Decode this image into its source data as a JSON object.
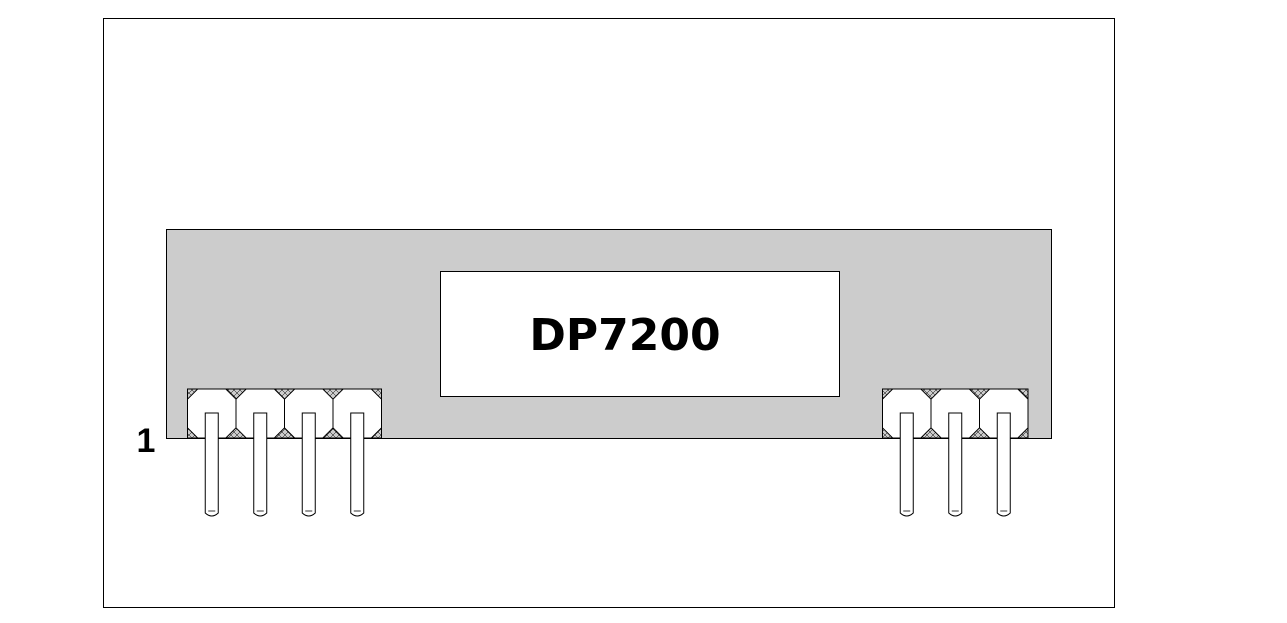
{
  "module": {
    "part_number": "DP7200",
    "pin1_label": "1",
    "body_color": "#cccccc",
    "label_color": "#ffffff",
    "outline_color": "#000000"
  },
  "headers": [
    {
      "name": "left-header",
      "pin_count": 4
    },
    {
      "name": "right-header",
      "pin_count": 3
    }
  ]
}
